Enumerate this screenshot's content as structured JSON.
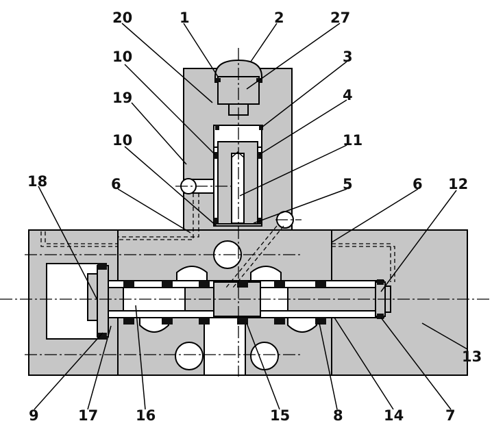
{
  "labels": {
    "l1": "1",
    "l2": "2",
    "l3": "3",
    "l4": "4",
    "l5": "5",
    "l6a": "6",
    "l6b": "6",
    "l7": "7",
    "l8": "8",
    "l9": "9",
    "l10a": "10",
    "l10b": "10",
    "l11": "11",
    "l12": "12",
    "l13": "13",
    "l14": "14",
    "l15": "15",
    "l16": "16",
    "l17": "17",
    "l18": "18",
    "l19": "19",
    "l20": "20",
    "l27": "27"
  }
}
